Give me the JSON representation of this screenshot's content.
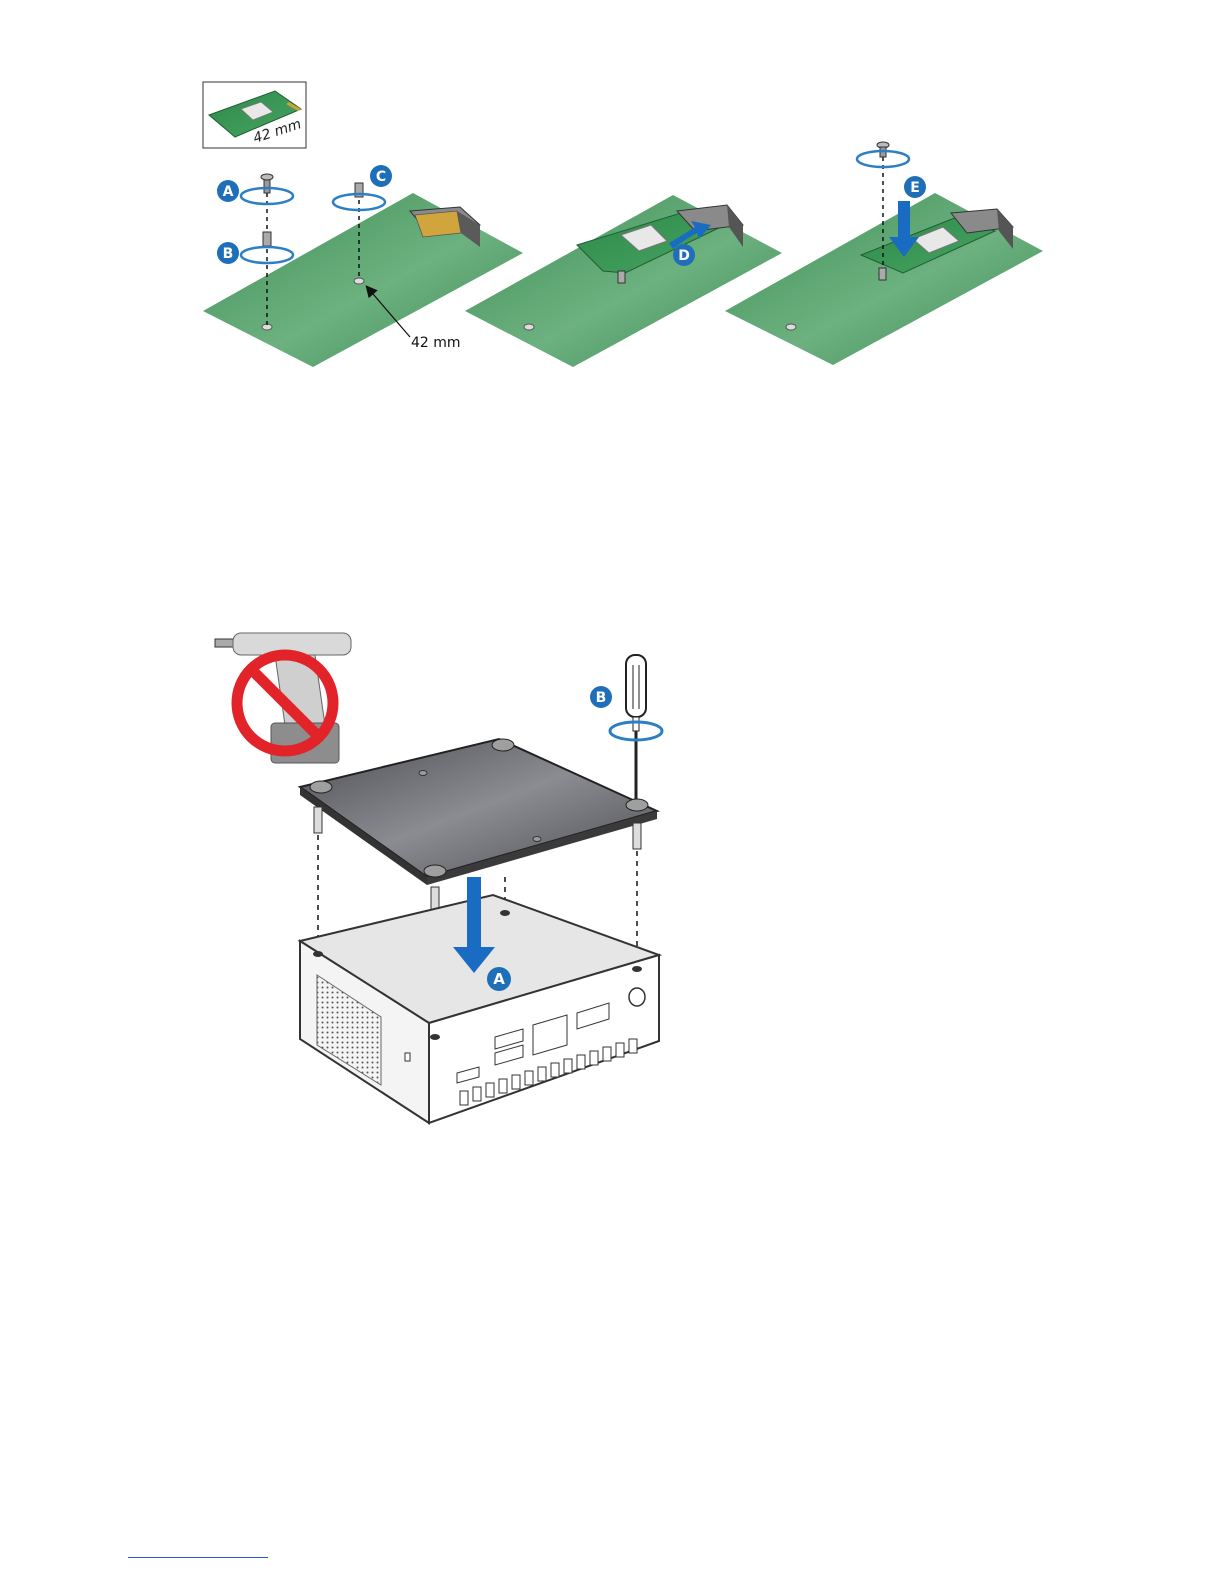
{
  "figure_top": {
    "inset_label": "42 mm",
    "standoff_label": "42 mm",
    "callouts": [
      "A",
      "B",
      "C",
      "D",
      "E"
    ]
  },
  "figure_bottom": {
    "callouts": [
      "A",
      "B"
    ]
  },
  "colors": {
    "board_green": "#4f9b66",
    "callout_blue": "#1e6fb8",
    "arrow_blue": "#1a6cc2",
    "prohibit_red": "#e2242a",
    "cover_gray": "#5d5f64",
    "case_white": "#f2f2f2"
  }
}
